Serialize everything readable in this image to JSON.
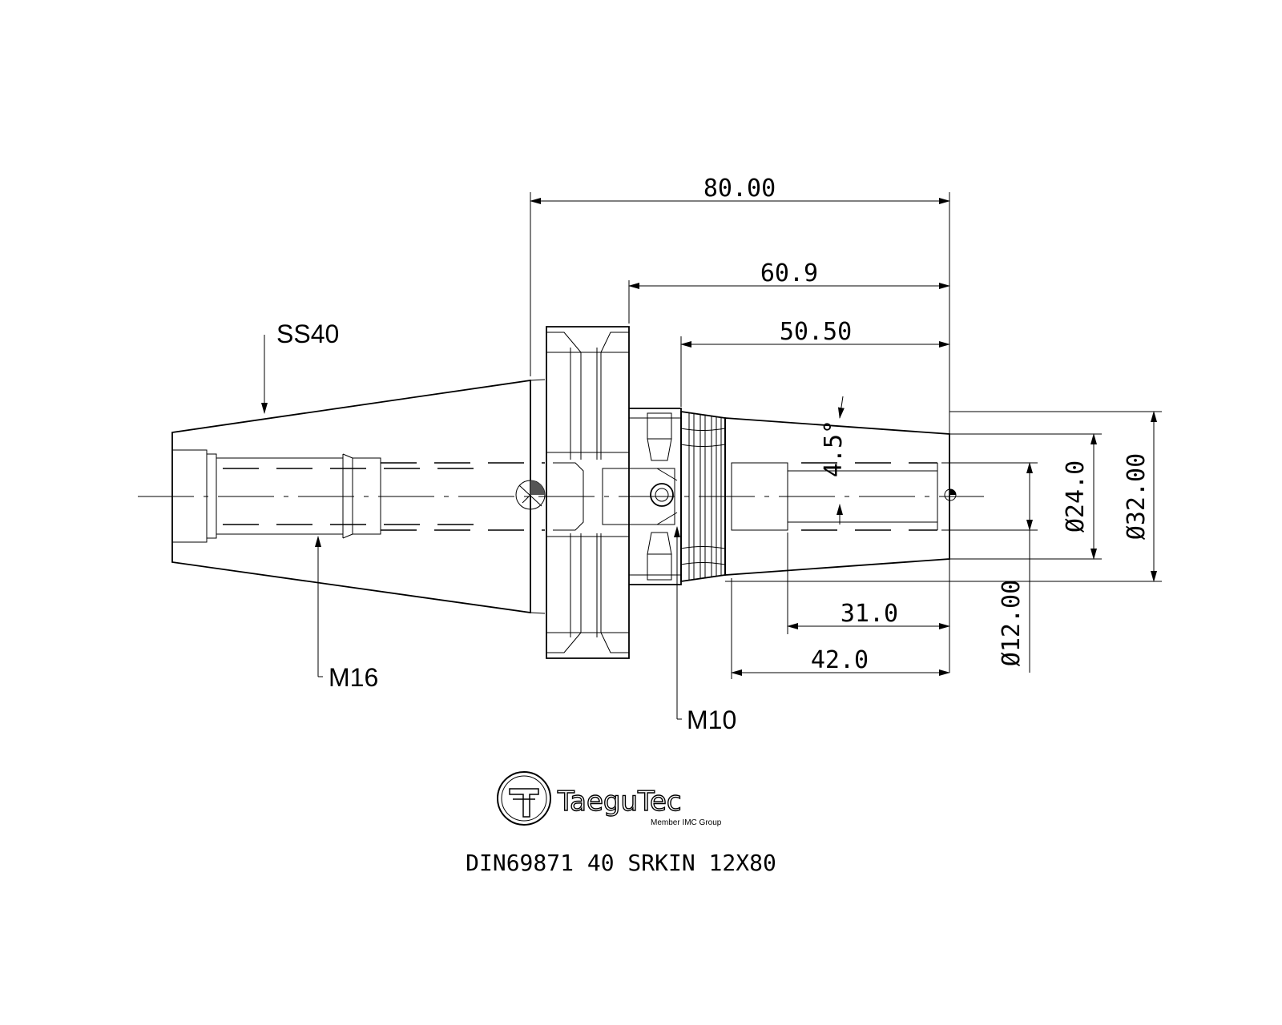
{
  "dimensions": {
    "overall_length": "80.00",
    "flange_to_end": "60.9",
    "taper_section_length": "50.50",
    "taper_angle": "4.5°",
    "shank_bore_depth": "31.0",
    "nose_length": "42.0",
    "bore_diameter": "Ø12.00",
    "nose_small_diameter": "Ø24.0",
    "nose_large_diameter": "Ø32.00"
  },
  "callouts": {
    "taper": "SS40",
    "rear_thread": "M16",
    "clamp_thread": "M10"
  },
  "logo": {
    "brand": "TaeguTec",
    "tagline": "Member IMC Group"
  },
  "title": "DIN69871 40 SRKIN 12X80"
}
